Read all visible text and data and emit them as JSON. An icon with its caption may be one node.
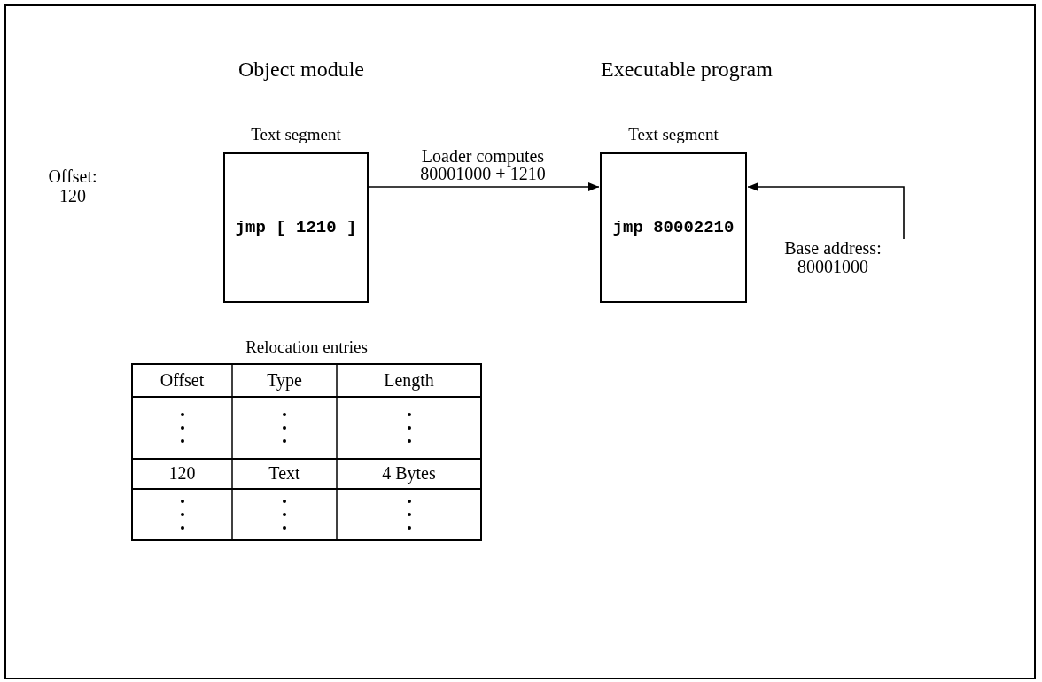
{
  "diagram": {
    "nodes": [
      {
        "text": [
          "Text segment",
          "jmp [ 1210 ]"
        ]
      },
      {
        "text": [
          "Text segment",
          "jmp 80002210"
        ]
      },
      {
        "text": [
          "Base address: 80001000"
        ]
      }
    ],
    "edges": [
      {
        "from": 0,
        "to": 1,
        "arrow": "to",
        "label": "Loader computes 80001000 + 1210"
      },
      {
        "from": 2,
        "to": 1,
        "arrow": "to"
      }
    ],
    "labels": [
      "Object module",
      "Executable program",
      "Relocation entries",
      "Offset: 120",
      "Offset",
      "Type",
      "Length",
      "120",
      "Text",
      "4 Bytes"
    ]
  }
}
